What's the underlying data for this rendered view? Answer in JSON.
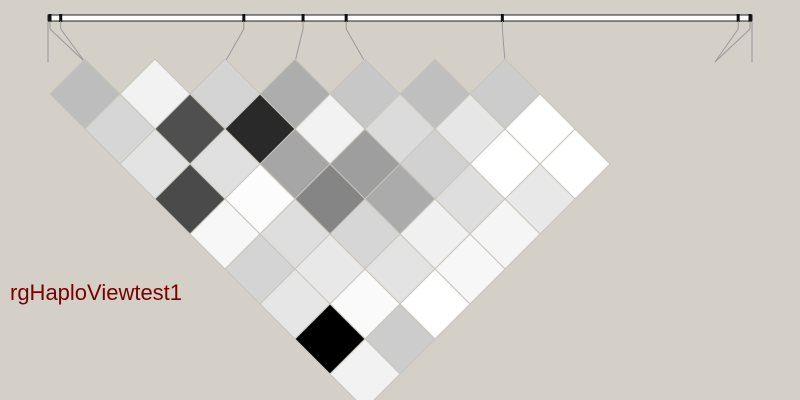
{
  "title": "rgHaploViewtest1",
  "colors": {
    "background": "#d4d0c8",
    "title": "#7a0000",
    "cell_border": "#c8c4bc",
    "map_line": "#999999"
  },
  "marker_positions": [
    0.0,
    0.0153,
    0.2769,
    0.3615,
    0.4231,
    0.6462,
    0.9831,
    1.0
  ],
  "ld_matrix": [
    [
      0.26,
      0.05,
      0.17,
      0.32,
      0.22,
      0.25,
      0.2
    ],
    [
      0.16,
      0.69,
      0.84,
      0.05,
      0.14,
      0.1,
      0.0
    ],
    [
      0.11,
      0.12,
      0.35,
      0.38,
      0.18,
      0.0,
      0.0
    ],
    [
      0.71,
      0.01,
      0.48,
      0.33,
      0.13,
      0.09,
      0.0
    ],
    [
      0.03,
      0.13,
      0.16,
      0.06,
      0.04,
      0.0,
      0.0
    ],
    [
      0.17,
      0.09,
      0.11,
      0.03,
      0.0,
      0.0,
      0.0
    ],
    [
      0.1,
      0.02,
      0.0,
      0.0,
      0.0,
      0.0,
      0.0
    ],
    [
      1.0,
      0.2,
      0.0,
      0.0,
      0.0,
      0.0,
      0.0
    ],
    [
      0.05,
      0.0,
      0.0,
      0.0,
      0.0,
      0.0,
      0.0
    ]
  ]
}
